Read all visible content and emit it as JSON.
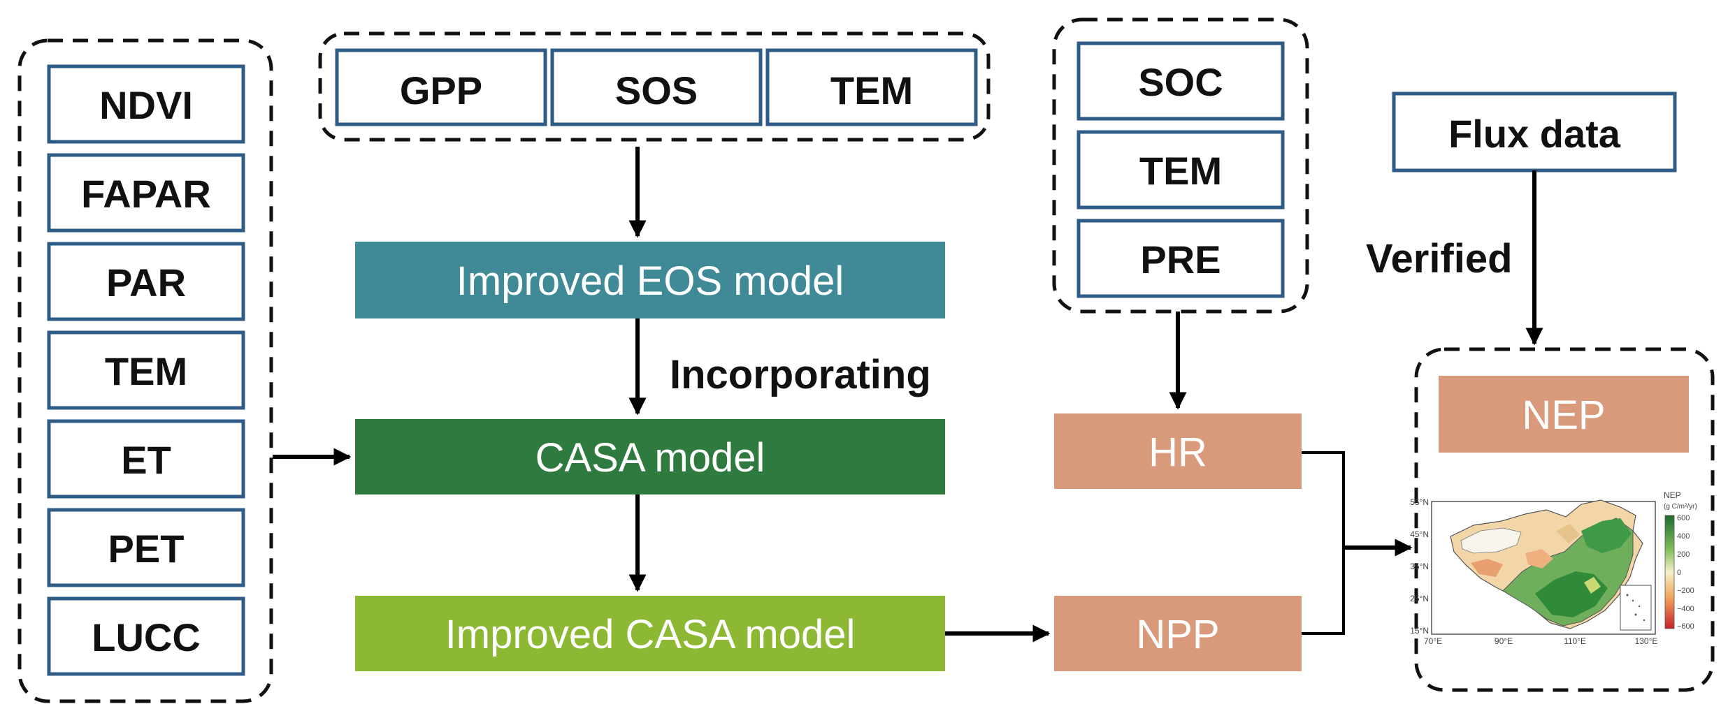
{
  "diagram": {
    "left_inputs": [
      "NDVI",
      "FAPAR",
      "PAR",
      "TEM",
      "ET",
      "PET",
      "LUCC"
    ],
    "top_inputs": [
      "GPP",
      "SOS",
      "TEM"
    ],
    "soil_inputs": [
      "SOC",
      "TEM",
      "PRE"
    ],
    "flux": "Flux data",
    "verified_label": "Verified",
    "incorporating_label": "Incorporating",
    "models": {
      "eos": "Improved EOS model",
      "casa": "CASA model",
      "improved_casa": "Improved CASA model"
    },
    "outputs": {
      "hr": "HR",
      "npp": "NPP",
      "nep": "NEP"
    },
    "colors": {
      "input_border": "#2f5b87",
      "eos_model": "#3f8a96",
      "casa_model": "#2e7a3f",
      "improved_casa_model": "#8db833",
      "output_box": "#d9997b"
    },
    "map": {
      "legend_title": "NEP",
      "legend_unit": "(g C/m²/yr)",
      "legend_ticks": [
        "600",
        "400",
        "200",
        "0",
        "−200",
        "−400",
        "−600"
      ],
      "lat_ticks": [
        "55°N",
        "45°N",
        "35°N",
        "25°N",
        "15°N"
      ],
      "lon_ticks": [
        "70°E",
        "90°E",
        "110°E",
        "130°E"
      ]
    }
  }
}
